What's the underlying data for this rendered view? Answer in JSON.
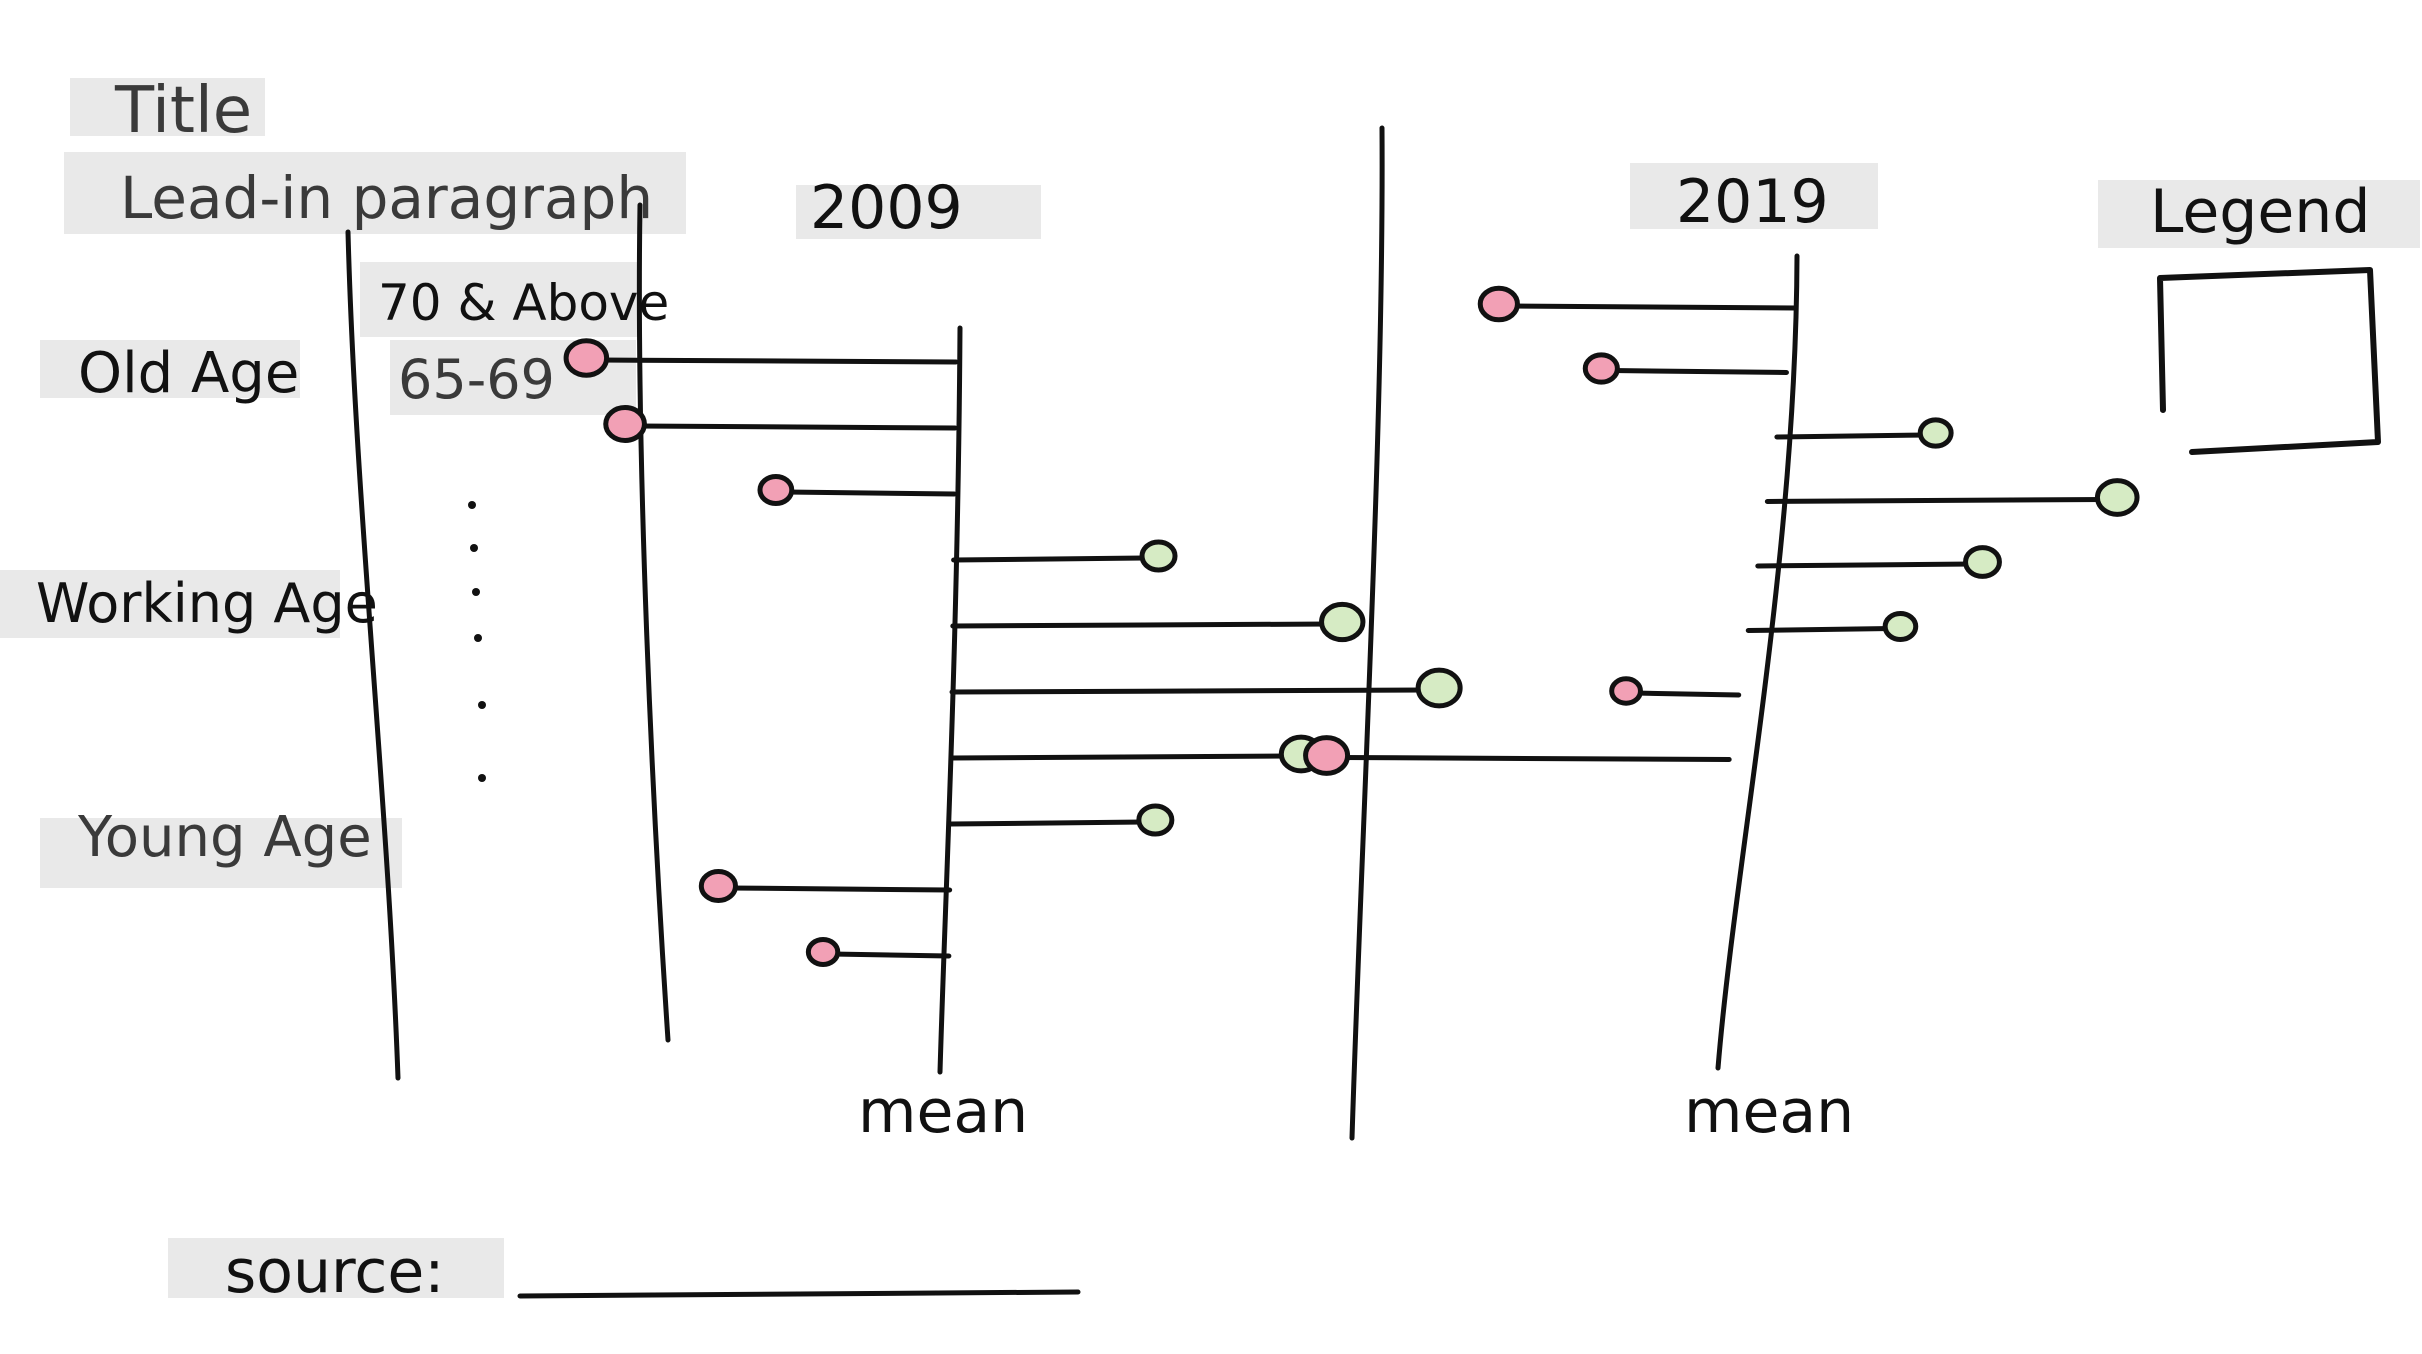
{
  "header": {
    "title": "Title",
    "lead_in": "Lead-in paragraph"
  },
  "row_labels": {
    "top_band": "70 & Above",
    "second_band": "65-69",
    "groups": [
      "Old Age",
      "Working Age",
      "Young Age"
    ]
  },
  "panels": [
    {
      "year": "2009",
      "axis_label": "mean"
    },
    {
      "year": "2019",
      "axis_label": "mean"
    }
  ],
  "legend": {
    "title": "Legend"
  },
  "source": {
    "label": "source:"
  },
  "colors": {
    "below_mean": "#f2a0b5",
    "above_mean": "#d6ebc4",
    "ink": "#111111",
    "highlight": "#e9e9e9"
  },
  "chart_data": {
    "type": "lollipop",
    "note_encoding": "deviation from mean per age band; negative = pink, positive = green",
    "categories": [
      "70 & Above",
      "65-69",
      "",
      "",
      "",
      "",
      "",
      "",
      "",
      ""
    ],
    "series": [
      {
        "name": "2009",
        "values": [
          -5.5,
          -4.9,
          -2.6,
          3.0,
          5.8,
          7.3,
          5.2,
          3.0,
          -3.4,
          -1.8
        ]
      },
      {
        "name": "2019",
        "values": [
          -4.4,
          -2.7,
          2.3,
          5.2,
          3.3,
          2.2,
          -1.6,
          -6.0
        ]
      }
    ]
  }
}
